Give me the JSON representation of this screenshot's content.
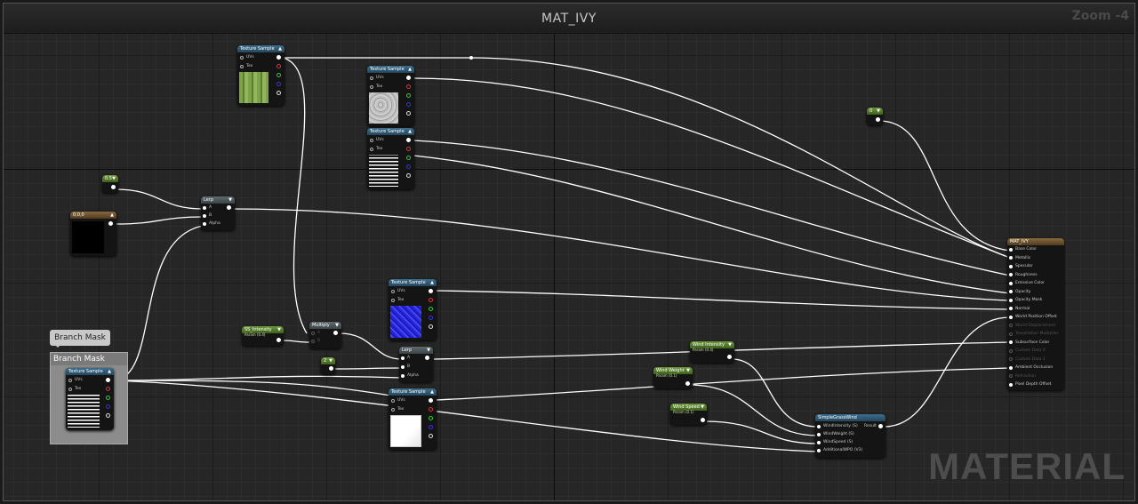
{
  "graph": {
    "title": "MAT_IVY",
    "zoom": "Zoom -4",
    "watermark": "MATERIAL"
  },
  "comment": {
    "tooltip": "Branch Mask",
    "title": "Branch Mask"
  },
  "nodes": {
    "texture_sample_label": "Texture Sample",
    "uvs": "UVs",
    "tex": "Tex",
    "alpha": "Alpha",
    "lerp_label": "Lerp",
    "multiply_label": "Multiply",
    "pin_a": "A",
    "pin_b": "B",
    "const_0_5": "0.5",
    "const_0_0_0": "0,0,0",
    "const_2": "2",
    "const_0": "0",
    "const_right": "0",
    "ss_intensity": {
      "label": "SS_Intensity",
      "sub": "Param (0.4)"
    },
    "wind_intensity": {
      "label": "Wind Intensity",
      "sub": "Param (0.4)"
    },
    "wind_weight": {
      "label": "Wind Weight",
      "sub": "Param (0.1)"
    },
    "wind_speed": {
      "label": "Wind Speed",
      "sub": "Param (0.1)"
    },
    "simple_grass_wind": {
      "label": "SimpleGrassWind",
      "inputs": [
        "WindIntensity (S)",
        "WindWeight (S)",
        "WindSpeed (S)",
        "AdditionalWPO (V3)"
      ],
      "output": "Result"
    },
    "material": {
      "label": "MAT_IVY",
      "inputs": [
        "Base Color",
        "Metallic",
        "Specular",
        "Roughness",
        "Emissive Color",
        "Opacity",
        "Opacity Mask",
        "Normal",
        "World Position Offset",
        "World Displacement",
        "Tessellation Multiplier",
        "Subsurface Color",
        "Custom Data 0",
        "Custom Data 1",
        "Ambient Occlusion",
        "Refraction",
        "Pixel Depth Offset"
      ],
      "dim_inputs": [
        9,
        10,
        12,
        13,
        15
      ]
    }
  },
  "colors": {
    "texture_head": "#3d6f8e",
    "param_head": "#6e9a3a",
    "math_head": "#5e6b6e",
    "material_head": "#8a6a3f",
    "wire": "#ffffff"
  }
}
